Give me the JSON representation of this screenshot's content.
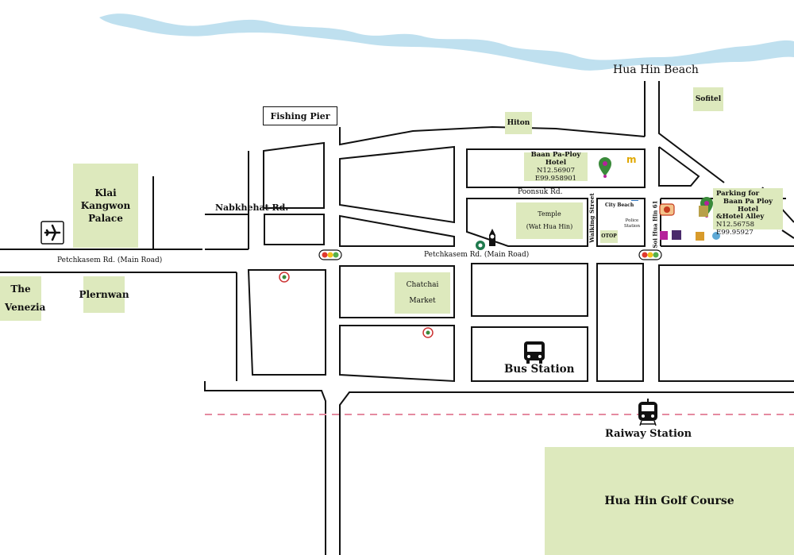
{
  "places": {
    "beach": "Hua Hin Beach",
    "fishing_pier": "Fishing Pier",
    "hiton": "Hiton",
    "sofitel": "Sofitel",
    "klai_kangwon": "Klai Kangwon Palace",
    "the_venezia": "The Venezia",
    "plernwan": "Plernwan",
    "baan_paploy_name": "Baan Pa-Ploy Hotel",
    "baan_paploy_coord_n": "N12.56907",
    "baan_paploy_coord_e": "E99.958901",
    "temple_line1": "Temple",
    "temple_line2": "(Wat Hua Hin)",
    "city_beach": "City Beach",
    "police_station": "Police Station",
    "otop": "OTOP",
    "parking_line1": "Parking for",
    "parking_line2": "Baan Pa Ploy Hotel",
    "parking_line3": "&Hotel Alley",
    "parking_coord_n": "N12.56758",
    "parking_coord_e": "E99.95927",
    "chatchai_line1": "Chatchai",
    "chatchai_line2": "Market",
    "bus_station": "Bus Station",
    "railway_station": "Raiway Station",
    "golf_course": "Hua Hin Golf Course"
  },
  "roads": {
    "nabkhehat": "Nabkhehat Rd.",
    "poonsuk": "Poonsuk Rd.",
    "petchkasem_left": "Petchkasem Rd. (Main Road)",
    "petchkasem_center": "Petchkasem Rd. (Main Road)",
    "walking_street": "Walking Street",
    "soi_hua_hin": "Soi Hua Hin 61"
  },
  "icons": {
    "airport": "airplane-icon",
    "bus": "bus-icon",
    "train": "train-icon",
    "clock_tower": "clock-tower-icon",
    "traffic_lights": "traffic-light-icon",
    "map_pin": "map-pin-icon",
    "restaurant": "restaurant-logo-icon",
    "bank": "bank-icon"
  },
  "colors": {
    "sea": "#bfe0ef",
    "poi_fill": "#dde9bd",
    "railway_dash": "#e58aa0",
    "pin": "#3a8a3a",
    "light_red": "#e03a2f",
    "light_yellow": "#f2c21c",
    "light_green": "#56b04a"
  }
}
